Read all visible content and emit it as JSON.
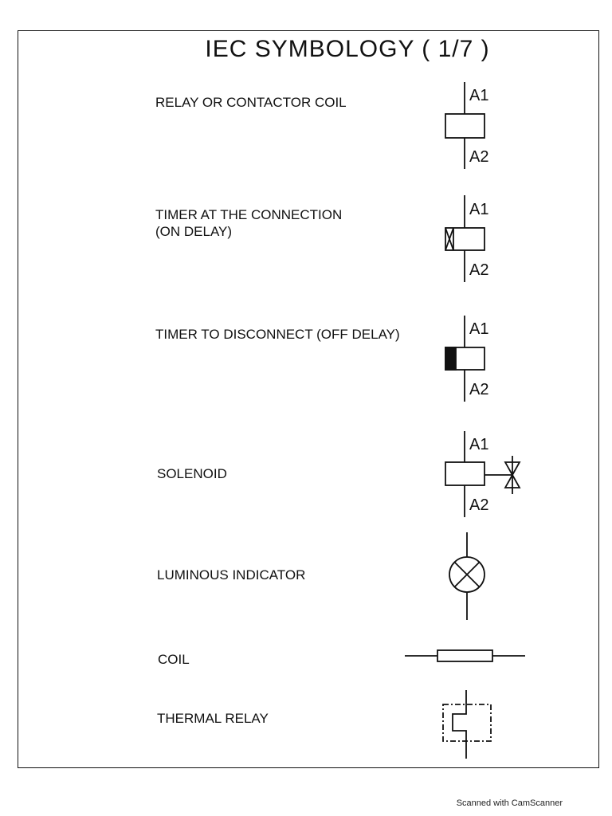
{
  "title": "IEC SYMBOLOGY ( 1/7 )",
  "symbols": [
    {
      "lines": [
        "RELAY  OR  CONTACTOR  COIL"
      ],
      "icon": "relay-coil-icon",
      "terminals": [
        "A1",
        "A2"
      ]
    },
    {
      "lines": [
        "TIMER AT THE  CONNECTION",
        "(ON DELAY)"
      ],
      "icon": "on-delay-timer-icon",
      "terminals": [
        "A1",
        "A2"
      ]
    },
    {
      "lines": [
        "TIMER  TO  DISCONNECT (OFF DELAY)"
      ],
      "icon": "off-delay-timer-icon",
      "terminals": [
        "A1",
        "A2"
      ]
    },
    {
      "lines": [
        "SOLENOID"
      ],
      "icon": "solenoid-valve-icon",
      "terminals": [
        "A1",
        "A2"
      ]
    },
    {
      "lines": [
        "LUMINOUS  INDICATOR"
      ],
      "icon": "indicator-lamp-icon"
    },
    {
      "lines": [
        "COIL"
      ],
      "icon": "coil-resistor-icon"
    },
    {
      "lines": [
        "THERMAL  RELAY"
      ],
      "icon": "thermal-relay-icon"
    }
  ],
  "footer": "Scanned with CamScanner"
}
